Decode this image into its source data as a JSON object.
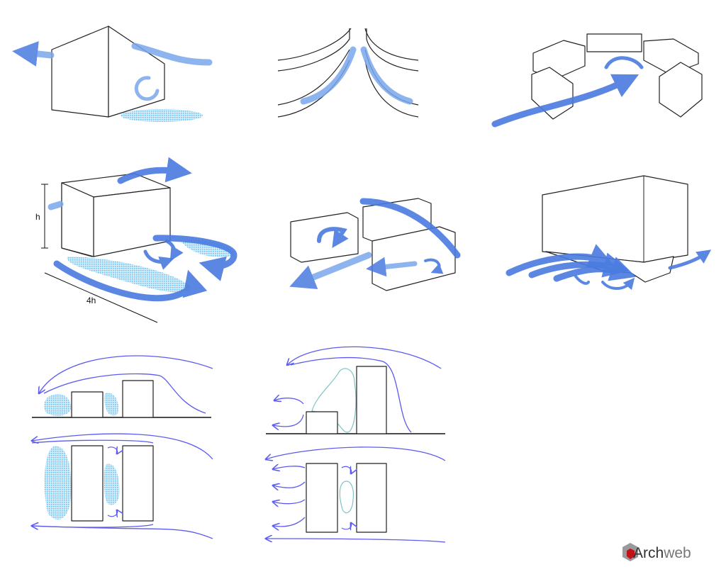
{
  "labels": {
    "height": "h",
    "length": "4h"
  },
  "logo": {
    "text_dark": "Arch",
    "text_light": "web"
  },
  "colors": {
    "flow": "#4a7be0",
    "calm_zone": "#8fd0f0",
    "stream_line": "#5b5bf0"
  }
}
